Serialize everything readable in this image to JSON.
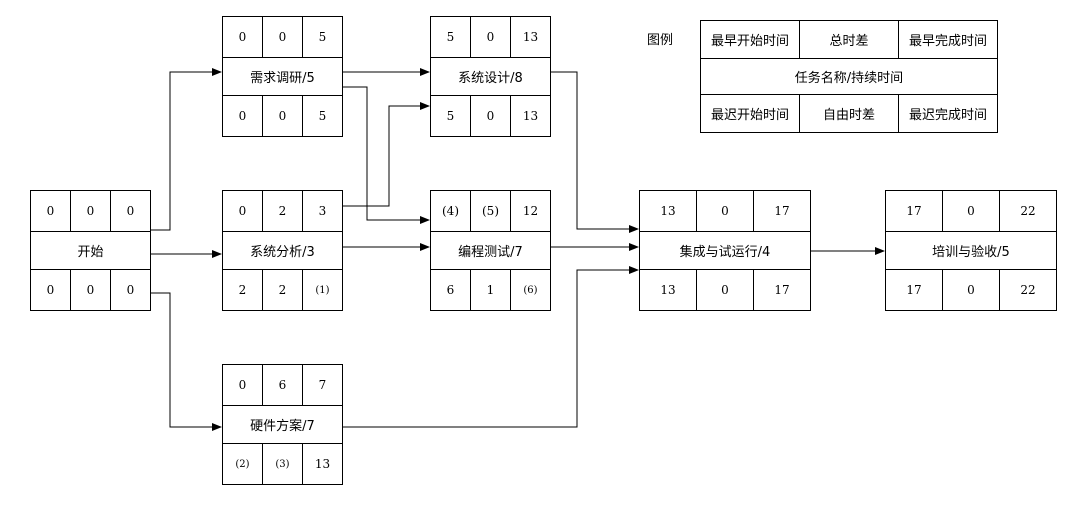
{
  "legend": {
    "title": "图例",
    "top": [
      "最早开始时间",
      "总时差",
      "最早完成时间"
    ],
    "middle": "任务名称/持续时间",
    "bottom": [
      "最迟开始时间",
      "自由时差",
      "最迟完成时间"
    ]
  },
  "nodes": {
    "start": {
      "name": "开始",
      "top": [
        "0",
        "0",
        "0"
      ],
      "bottom": [
        "0",
        "0",
        "0"
      ]
    },
    "req": {
      "name": "需求调研/5",
      "top": [
        "0",
        "0",
        "5"
      ],
      "bottom": [
        "0",
        "0",
        "5"
      ]
    },
    "analysis": {
      "name": "系统分析/3",
      "top": [
        "0",
        "2",
        "3"
      ],
      "bottom": [
        "2",
        "2",
        "(1)"
      ]
    },
    "hardware": {
      "name": "硬件方案/7",
      "top": [
        "0",
        "6",
        "7"
      ],
      "bottom": [
        "(2)",
        "(3)",
        "13"
      ]
    },
    "design": {
      "name": "系统设计/8",
      "top": [
        "5",
        "0",
        "13"
      ],
      "bottom": [
        "5",
        "0",
        "13"
      ]
    },
    "coding": {
      "name": "编程测试/7",
      "top": [
        "(4)",
        "(5)",
        "12"
      ],
      "bottom": [
        "6",
        "1",
        "(6)"
      ]
    },
    "integ": {
      "name": "集成与试运行/4",
      "top": [
        "13",
        "0",
        "17"
      ],
      "bottom": [
        "13",
        "0",
        "17"
      ]
    },
    "train": {
      "name": "培训与验收/5",
      "top": [
        "17",
        "0",
        "22"
      ],
      "bottom": [
        "17",
        "0",
        "22"
      ]
    }
  },
  "edges": [
    {
      "from": "start",
      "to": "req"
    },
    {
      "from": "start",
      "to": "analysis"
    },
    {
      "from": "start",
      "to": "hardware"
    },
    {
      "from": "req",
      "to": "design"
    },
    {
      "from": "req",
      "to": "coding"
    },
    {
      "from": "analysis",
      "to": "design"
    },
    {
      "from": "analysis",
      "to": "coding"
    },
    {
      "from": "design",
      "to": "integ"
    },
    {
      "from": "coding",
      "to": "integ"
    },
    {
      "from": "hardware",
      "to": "integ"
    },
    {
      "from": "integ",
      "to": "train"
    }
  ]
}
